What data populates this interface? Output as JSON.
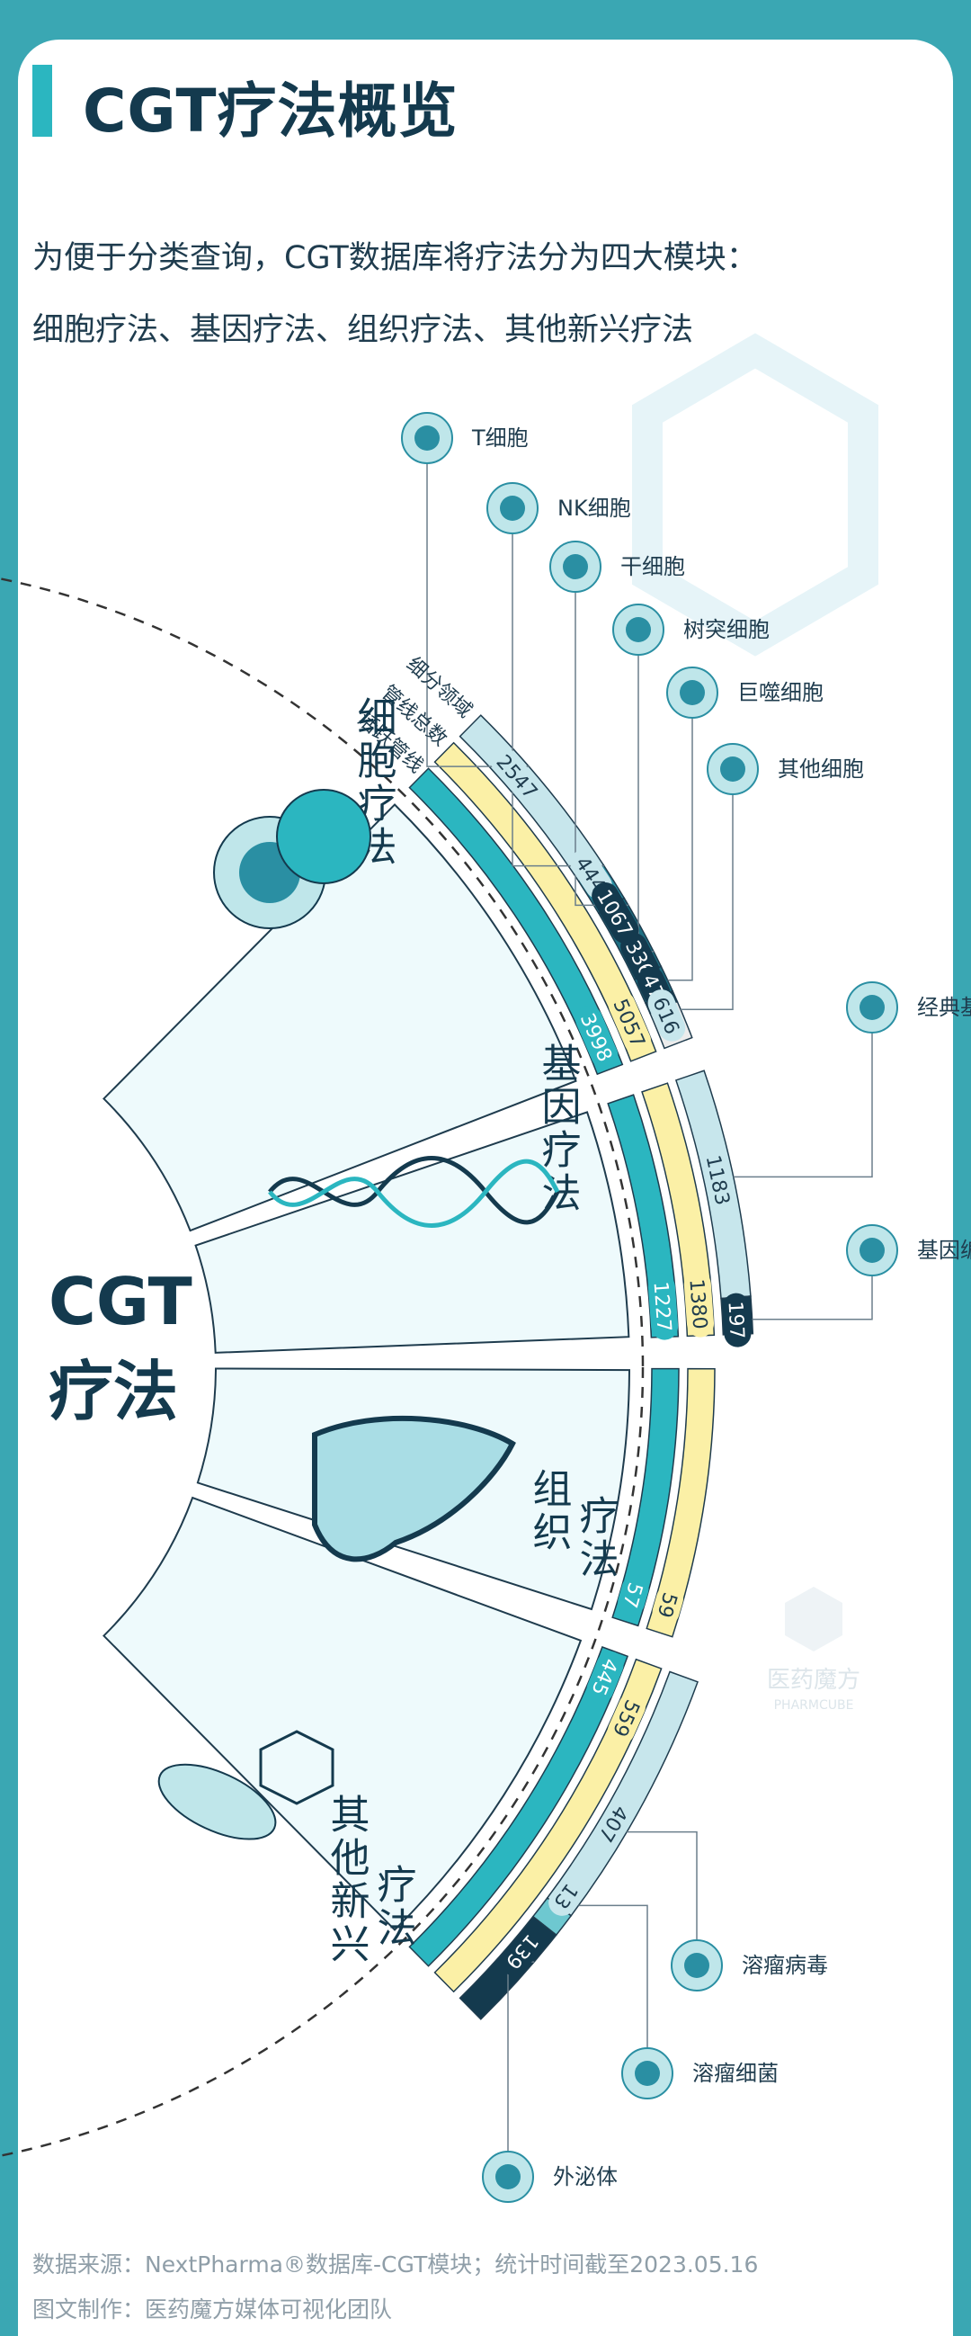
{
  "header": {
    "title": "CGT疗法概览",
    "intro_line1": "为便于分类查询，CGT数据库将疗法分为四大模块：",
    "intro_line2": "细胞疗法、基因疗法、组织疗法、其他新兴疗法"
  },
  "center_label": {
    "line1": "CGT",
    "line2": "疗法"
  },
  "ring_labels": [
    "细分领域",
    "管线总数",
    "活跃管线"
  ],
  "watermark": {
    "name": "医药魔方",
    "sub": "PHARMCUBE"
  },
  "modules": [
    {
      "name_line1": "细胞疗法",
      "name_line2": "",
      "active": "3998",
      "total": "5057",
      "subcategories": [
        {
          "label": "T细胞",
          "value": "2547"
        },
        {
          "label": "NK细胞",
          "value": "444"
        },
        {
          "label": "干细胞",
          "value": "1067"
        },
        {
          "label": "树突细胞",
          "value": "336"
        },
        {
          "label": "巨噬细胞",
          "value": "47"
        },
        {
          "label": "其他细胞",
          "value": "616"
        }
      ]
    },
    {
      "name_line1": "基因疗法",
      "name_line2": "",
      "active": "1227",
      "total": "1380",
      "subcategories": [
        {
          "label": "经典基因疗法",
          "value": "1183"
        },
        {
          "label": "基因编辑疗法",
          "value": "197"
        }
      ]
    },
    {
      "name_line1": "组织",
      "name_line2": "疗法",
      "active": "57",
      "total": "59",
      "subcategories": []
    },
    {
      "name_line1": "其他新兴",
      "name_line2": "疗法",
      "active": "445",
      "total": "559",
      "subcategories": [
        {
          "label": "溶瘤病毒",
          "value": "407"
        },
        {
          "label": "溶瘤细菌",
          "value": "13"
        },
        {
          "label": "外泌体",
          "value": "139"
        }
      ]
    }
  ],
  "footer": {
    "source": "数据来源：NextPharma®数据库-CGT模块；统计时间截至2023.05.16",
    "credit": "图文制作：医药魔方媒体可视化团队"
  },
  "colors": {
    "teal": "#2bb6c0",
    "navy": "#143a4e",
    "yellow": "#fbf0a6",
    "light_blue": "#c7e6ec",
    "panel": "#eefafc",
    "mid_teal": "#2a8fa3",
    "dark_teal": "#1d6f82"
  }
}
